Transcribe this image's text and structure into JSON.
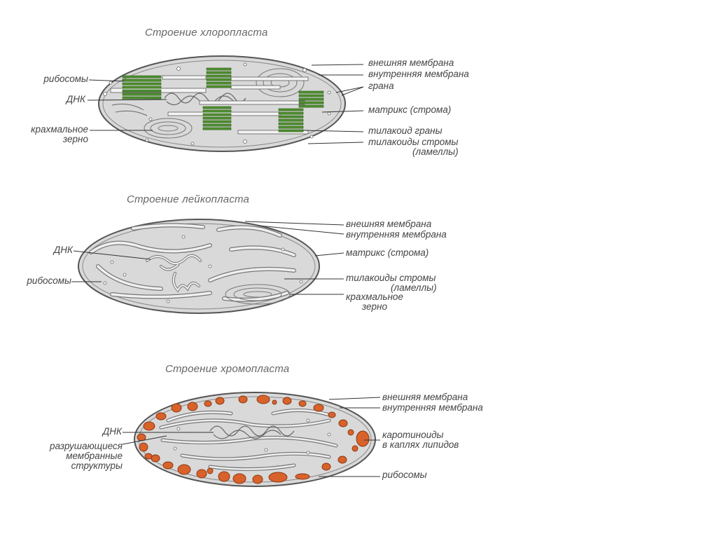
{
  "chloroplast": {
    "title": "Строение  хлоропласта",
    "labels": {
      "ribosomes": "рибосомы",
      "dna": "ДНК",
      "starch_grain": "крахмальное\nзерно",
      "outer_membrane": "внешняя мембрана",
      "inner_membrane": "внутренняя мембрана",
      "grana": "грана",
      "matrix": "матрикс (строма)",
      "granum_thylakoid": "тилакоид граны",
      "stroma_thylakoids": "тилакоиды стромы",
      "lamellae": "(ламеллы)"
    }
  },
  "leucoplast": {
    "title": "Строение лейкопласта",
    "labels": {
      "dna": "ДНК",
      "ribosomes": "рибосомы",
      "outer_membrane": "внешняя мембрана",
      "inner_membrane": "внутренняя мембрана",
      "matrix": "матрикс (строма)",
      "stroma_thylakoids": "тилакоиды стромы",
      "lamellae": "(ламеллы)",
      "starch_grain": "крахмальное\nзерно"
    }
  },
  "chromoplast": {
    "title": "Строение  хромопласта",
    "labels": {
      "dna": "ДНК",
      "degrading_structures": "разрушающиеся\nмембранные\nструктуры",
      "outer_membrane": "внешняя мембрана",
      "inner_membrane": "внутренняя мембрана",
      "carotenoids": "каротиноиды\nв каплях липидов",
      "ribosomes": "рибосомы"
    }
  },
  "colors": {
    "organelle_fill": "#d9d9d9",
    "outline": "#555555",
    "grana_green": "#4f8f2f",
    "carotenoid_orange": "#d9622b"
  }
}
